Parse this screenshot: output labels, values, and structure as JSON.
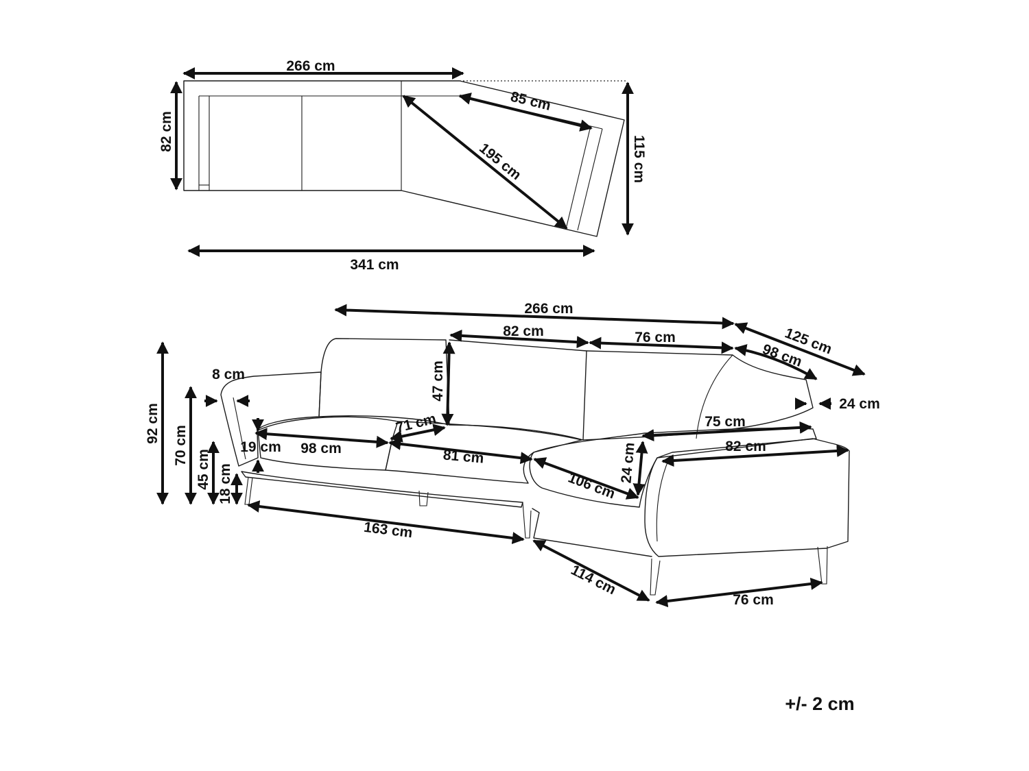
{
  "tolerance": "+/- 2 cm",
  "top_view": {
    "width_top": "266 cm",
    "depth_left": "82 cm",
    "chaise_width": "85 cm",
    "diagonal": "195 cm",
    "depth_right": "115 cm",
    "total_width": "341 cm"
  },
  "perspective_view": {
    "total_length": "266 cm",
    "back_seat_1": "82 cm",
    "back_seat_2": "76 cm",
    "chaise_length": "125 cm",
    "chaise_inner": "98 cm",
    "arm_width_left": "8 cm",
    "total_height": "92 cm",
    "arm_height": "70 cm",
    "seat_height": "45 cm",
    "leg_height": "18 cm",
    "backrest_height": "47 cm",
    "seat_depth_diag": "71 cm",
    "cushion_thickness": "19 cm",
    "seat_width_1": "98 cm",
    "seat_width_2": "81 cm",
    "chaise_seat_width": "75 cm",
    "chaise_arm_length": "82 cm",
    "chaise_cushion": "24 cm",
    "arm_width_right": "24 cm",
    "chaise_seat_depth": "106 cm",
    "base_length": "163 cm",
    "base_corner": "114 cm",
    "base_chaise": "76 cm"
  }
}
